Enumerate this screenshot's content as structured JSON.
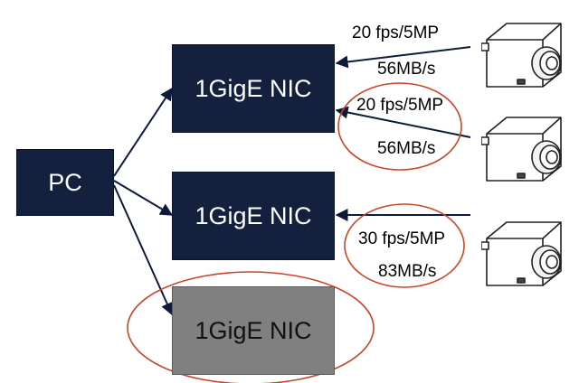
{
  "nodes": {
    "pc": "PC",
    "nic1": "1GigE NIC",
    "nic2": "1GigE NIC",
    "nic3": "1GigE NIC"
  },
  "links": {
    "cam1": {
      "rate": "20 fps/5MP",
      "bandwidth": "56MB/s"
    },
    "cam2": {
      "rate": "20 fps/5MP",
      "bandwidth": "56MB/s"
    },
    "cam3": {
      "rate": "30 fps/5MP",
      "bandwidth": "83MB/s"
    }
  },
  "colors": {
    "nic_fill": "#13213f",
    "nic_inactive_fill": "#808080",
    "highlight_ellipse": "#c8452a"
  },
  "icons": [
    "camera-icon",
    "camera-icon",
    "camera-icon"
  ]
}
